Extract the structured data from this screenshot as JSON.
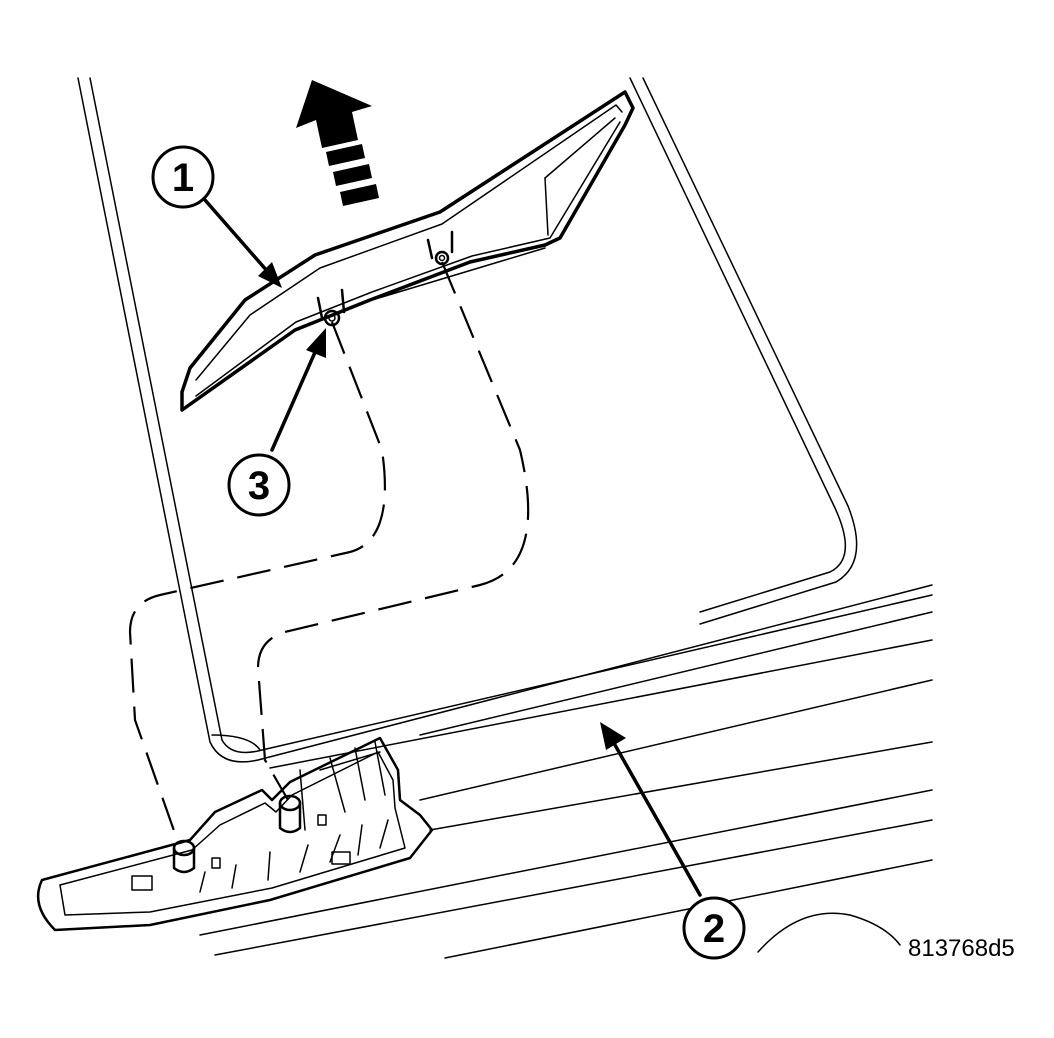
{
  "callouts": [
    {
      "id": "callout-1",
      "label": "1"
    },
    {
      "id": "callout-2",
      "label": "2"
    },
    {
      "id": "callout-3",
      "label": "3"
    }
  ],
  "figure_id": "813768d5",
  "icons": {
    "removal_direction": "up-arrow-icon"
  }
}
